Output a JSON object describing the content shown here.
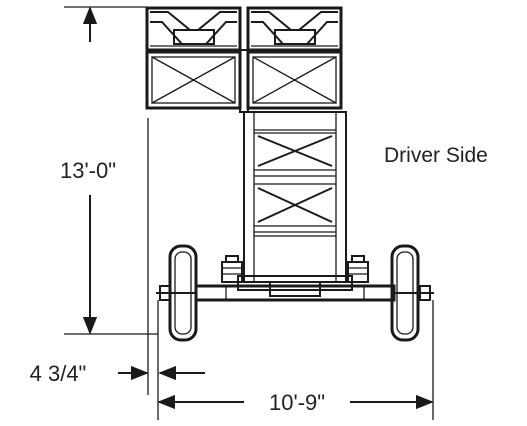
{
  "labels": {
    "height": "13'-0\"",
    "offset": "4 3/4\"",
    "width": "10'-9\"",
    "side": "Driver Side"
  },
  "colors": {
    "line": "#1a1a1a",
    "text": "#222222",
    "background": "#ffffff"
  }
}
